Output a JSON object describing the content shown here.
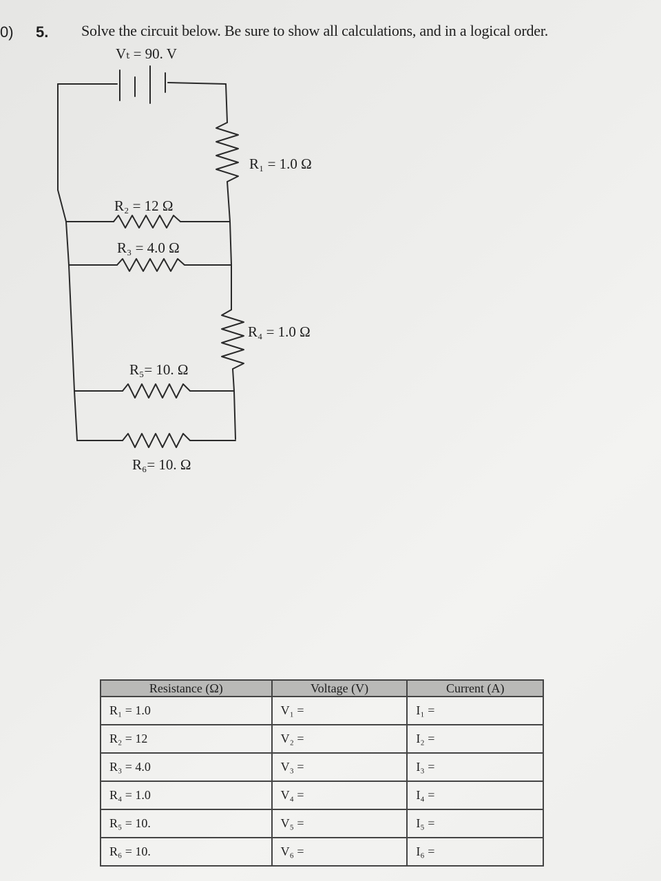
{
  "header": {
    "prev_question_fragment": "0)",
    "question_number": "5.",
    "instruction": "Solve the circuit below. Be sure to show all calculations, and in a logical order."
  },
  "circuit": {
    "source_label": "Vₜ = 90. V",
    "r1_label": "R₁ = 1.0 Ω",
    "r2_label": "R₂ = 12 Ω",
    "r3_label": "R₃ = 4.0 Ω",
    "r4_label": "R₄ = 1.0 Ω",
    "r5_label": "R₅= 10. Ω",
    "r6_label": "R₆= 10. Ω"
  },
  "table": {
    "headers": [
      "Resistance (Ω)",
      "Voltage (V)",
      "Current (A)"
    ],
    "rows": [
      [
        "R₁ = 1.0",
        "V₁ =",
        "I₁ ="
      ],
      [
        "R₂ = 12",
        "V₂ =",
        "I₂ ="
      ],
      [
        "R₃ = 4.0",
        "V₃ =",
        "I₃ ="
      ],
      [
        "R₄ = 1.0",
        "V₄ =",
        "I₄ ="
      ],
      [
        "R₅ = 10.",
        "V₅ =",
        "I₅ ="
      ],
      [
        "R₆ = 10.",
        "V₆ =",
        "I₆ ="
      ]
    ]
  }
}
